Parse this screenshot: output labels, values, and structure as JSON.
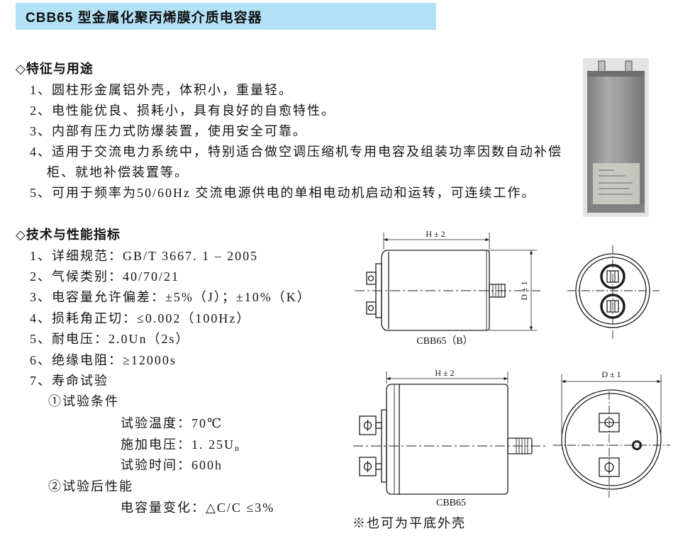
{
  "title": "CBB65 型金属化聚丙烯膜介质电容器",
  "colors": {
    "title_bar": "#b3e2f7",
    "text": "#141414",
    "drawing_stroke": "#1e1e1e"
  },
  "features": {
    "heading": "◇特征与用途",
    "items": [
      {
        "lines": [
          "1、圆柱形金属铝外壳，体积小，重量轻。"
        ]
      },
      {
        "lines": [
          "2、电性能优良、损耗小，具有良好的自愈特性。"
        ]
      },
      {
        "lines": [
          "3、内部有压力式防爆装置，使用安全可靠。"
        ]
      },
      {
        "lines": [
          "4、适用于交流电力系统中，特别适合做空调压缩机专用电容及组装功率因数自动补偿",
          "柜、就地补偿装置等。"
        ]
      },
      {
        "lines": [
          "5、可用于频率为50/60Hz 交流电源供电的单相电动机启动和运转，可连续工作。"
        ]
      }
    ]
  },
  "specs": {
    "heading": "◇技术与性能指标",
    "items": [
      "1、详细规范：GB/T 3667. 1 – 2005",
      "2、气候类别：40/70/21",
      "3、电容量允许偏差：±5%（J）；±10%（K）",
      "4、损耗角正切：≤0.002（100Hz）",
      "5、耐电压：2.0Un（2s）",
      "6、绝缘电阻：≥12000s",
      "7、寿命试验"
    ],
    "life_test": {
      "conditions": {
        "heading": "①试验条件",
        "temperature": "试验温度：70℃",
        "voltage_label": "施加电压：",
        "voltage_value": "1. 25U",
        "voltage_sub": "n",
        "duration": "试验时间：600h"
      },
      "after": {
        "heading": "②试验后性能",
        "capacitance_change": "电容量变化：△C/C ≤3%"
      }
    }
  },
  "drawings": {
    "model_b": {
      "h_label": "H ± 2",
      "d_label": "D ± 1",
      "caption": "CBB65（B）"
    },
    "model_std": {
      "h_label": "H ± 2",
      "d_label": "D ± 1",
      "caption": "CBB65"
    }
  },
  "note": "※也可为平底外壳"
}
